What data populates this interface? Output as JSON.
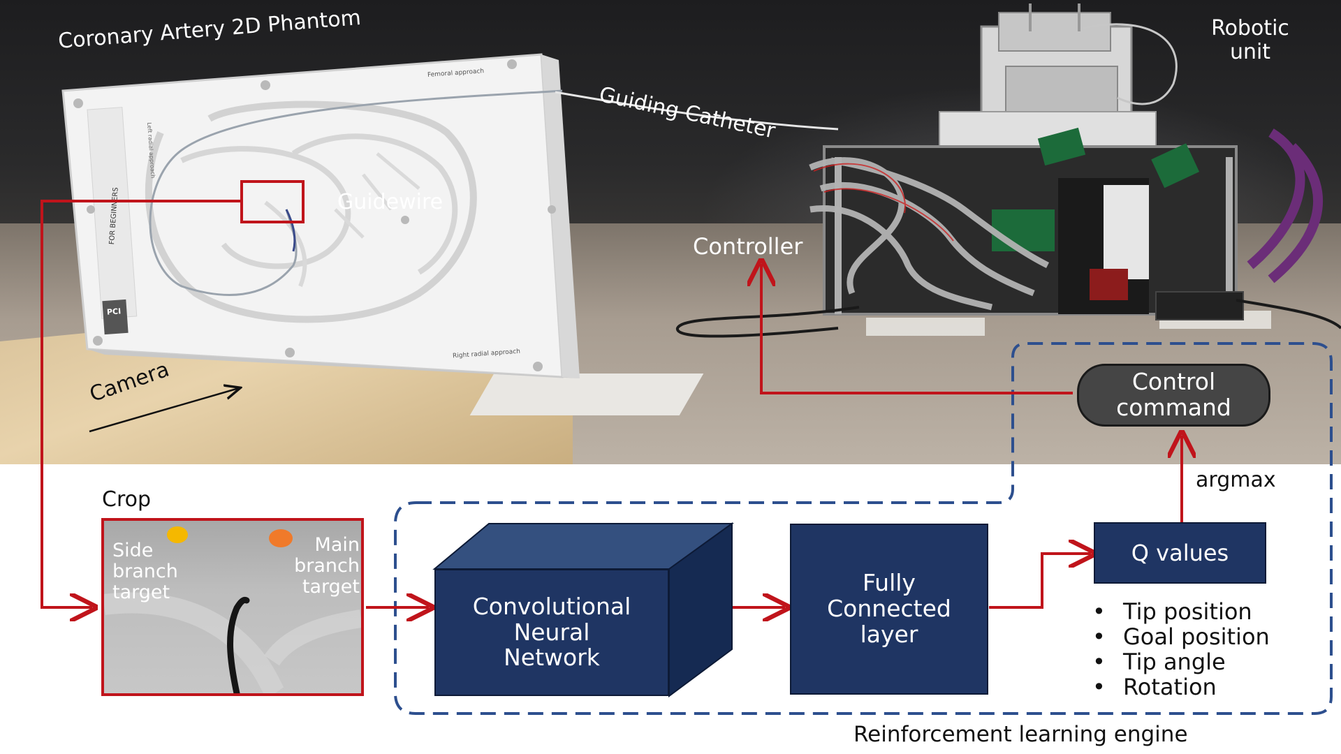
{
  "photo": {
    "phantom_title": "Coronary Artery 2D Phantom",
    "phantom_labels": {
      "femoral": "Femoral approach",
      "left_radial": "Left radial approach",
      "right_radial": "Right radial approach",
      "for_beginners": "FOR BEGINNERS",
      "brand": "PCI"
    },
    "guiding_catheter": "Guiding Catheter",
    "guidewire": "Guidewire",
    "robotic_unit": [
      "Robotic",
      "unit"
    ],
    "controller": "Controller",
    "camera": "Camera"
  },
  "pipeline": {
    "crop_label": "Crop",
    "crop_targets": {
      "side": [
        "Side",
        "branch",
        "target"
      ],
      "main": [
        "Main",
        "branch",
        "target"
      ]
    },
    "cnn": [
      "Convolutional",
      "Neural",
      "Network"
    ],
    "fc": [
      "Fully",
      "Connected",
      "layer"
    ],
    "q_values": "Q values",
    "state_items": [
      "Tip position",
      "Goal position",
      "Tip angle",
      "Rotation"
    ],
    "argmax": "argmax",
    "control_command": [
      "Control",
      "command"
    ],
    "engine_label": "Reinforcement learning engine"
  },
  "colors": {
    "arrow": "#c0141b",
    "nn_fill": "#1f3563",
    "dashed_border": "#2d4f8e",
    "pill_fill": "#454545",
    "side_target_dot": "#f5b800",
    "main_target_dot": "#f07a2a"
  }
}
